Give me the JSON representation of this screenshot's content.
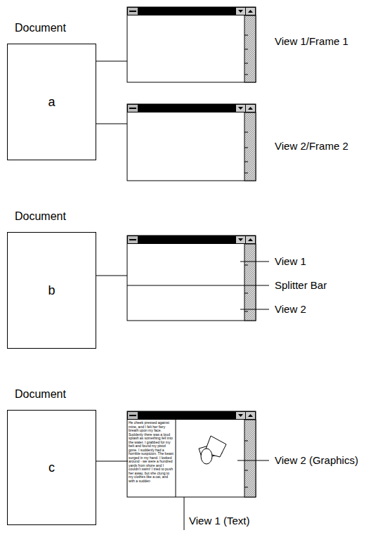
{
  "diagram": {
    "nodes": [
      {
        "text": [
          "Document",
          "a"
        ]
      },
      {
        "text": [
          "Document",
          "b"
        ]
      },
      {
        "text": [
          "Document",
          "c"
        ]
      },
      {
        "text": [
          "He cheek pressed against mine, and I felt her fiery breath upon my face. Suddenly there was a loud splash as something fell into the water. I grabbed for my belt and found my pistol gone. I suddenly had a horrible suspicion. The beast surged in my hand. I looked around - we were a hundred yards from shore and I couldn't swim! I tried to push her away, but she clung to my clothes like a cat, and with a sudden"
        ]
      }
    ],
    "edges": [
      {
        "from": 2,
        "to": 3,
        "arrow": "none"
      }
    ],
    "labels": [
      "View 1/Frame 1",
      "View 2/Frame 2",
      "View 1",
      "Splitter Bar",
      "View 2",
      "View 2 (Graphics)",
      "View 1 (Text)"
    ]
  }
}
